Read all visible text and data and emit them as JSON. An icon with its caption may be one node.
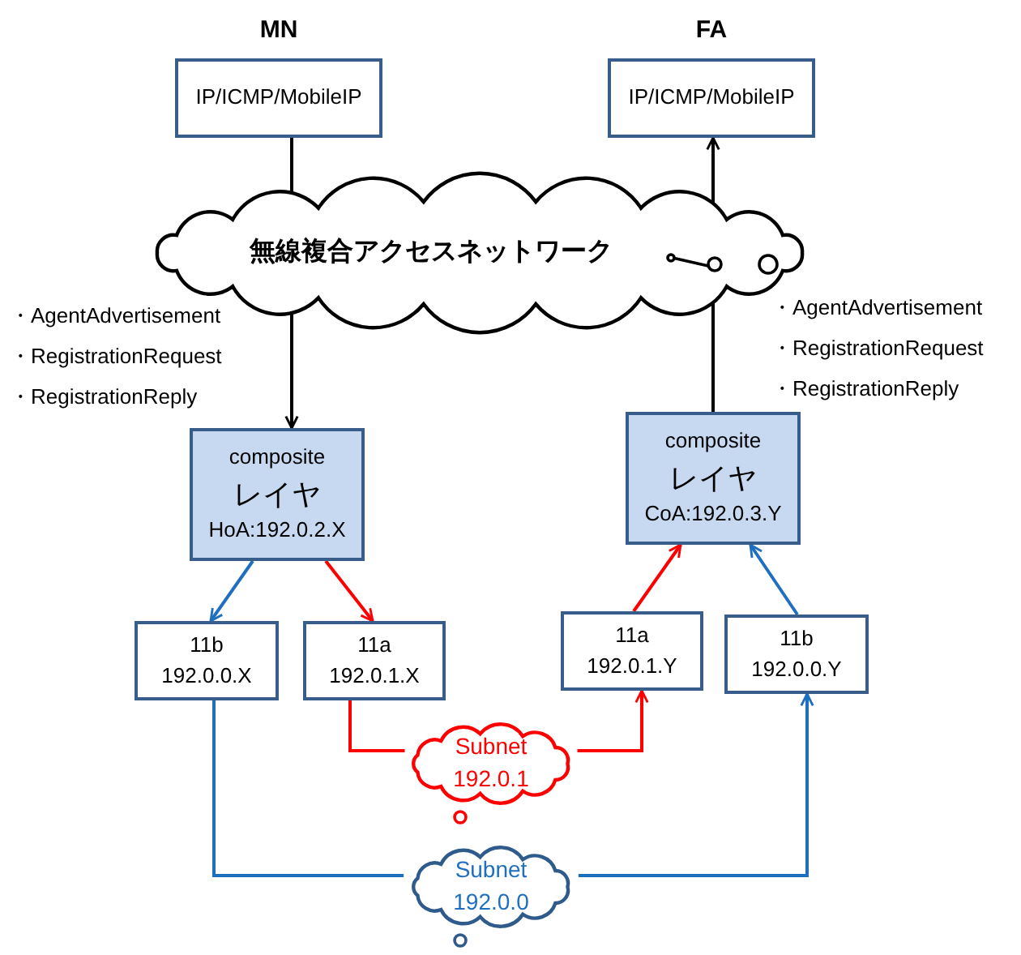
{
  "diagram": {
    "nodes": [
      {
        "text": [
          "MN",
          "IP/ICMP/MobileIP"
        ]
      },
      {
        "text": [
          "FA",
          "IP/ICMP/MobileIP"
        ]
      },
      {
        "text": [
          "無線複合アクセスネットワーク"
        ]
      },
      {
        "text": [
          "composite",
          "レイヤ",
          "HoA:192.0.2.X"
        ]
      },
      {
        "text": [
          "composite",
          "レイヤ",
          "CoA:192.0.3.Y"
        ]
      },
      {
        "text": [
          "11b",
          "192.0.0.X"
        ]
      },
      {
        "text": [
          "11a",
          "192.0.1.X"
        ]
      },
      {
        "text": [
          "11a",
          "192.0.1.Y"
        ]
      },
      {
        "text": [
          "11b",
          "192.0.0.Y"
        ]
      },
      {
        "text": [
          "Subnet 192.0.1"
        ]
      },
      {
        "text": [
          "Subnet 192.0.0"
        ]
      }
    ],
    "edges": [
      {
        "from": 0,
        "to": 2,
        "arrow": "none"
      },
      {
        "from": 2,
        "to": 3,
        "arrow": "to"
      },
      {
        "from": 4,
        "to": 2,
        "arrow": "none"
      },
      {
        "from": 2,
        "to": 1,
        "arrow": "to"
      },
      {
        "from": 3,
        "to": 5,
        "arrow": "to",
        "color": "#1f6fc0"
      },
      {
        "from": 3,
        "to": 6,
        "arrow": "to",
        "color": "#ff0000"
      },
      {
        "from": 7,
        "to": 4,
        "arrow": "to",
        "color": "#ff0000"
      },
      {
        "from": 8,
        "to": 4,
        "arrow": "to",
        "color": "#1f6fc0"
      },
      {
        "from": 6,
        "to": 9,
        "arrow": "none",
        "color": "#ff0000"
      },
      {
        "from": 9,
        "to": 7,
        "arrow": "to",
        "color": "#ff0000"
      },
      {
        "from": 5,
        "to": 10,
        "arrow": "none",
        "color": "#1f6fc0"
      },
      {
        "from": 10,
        "to": 8,
        "arrow": "to",
        "color": "#1f6fc0"
      }
    ],
    "labels": [
      "・AgentAdvertisement",
      "・RegistrationRequest",
      "・RegistrationReply",
      "・AgentAdvertisement",
      "・RegistrationRequest",
      "・RegistrationReply"
    ]
  }
}
